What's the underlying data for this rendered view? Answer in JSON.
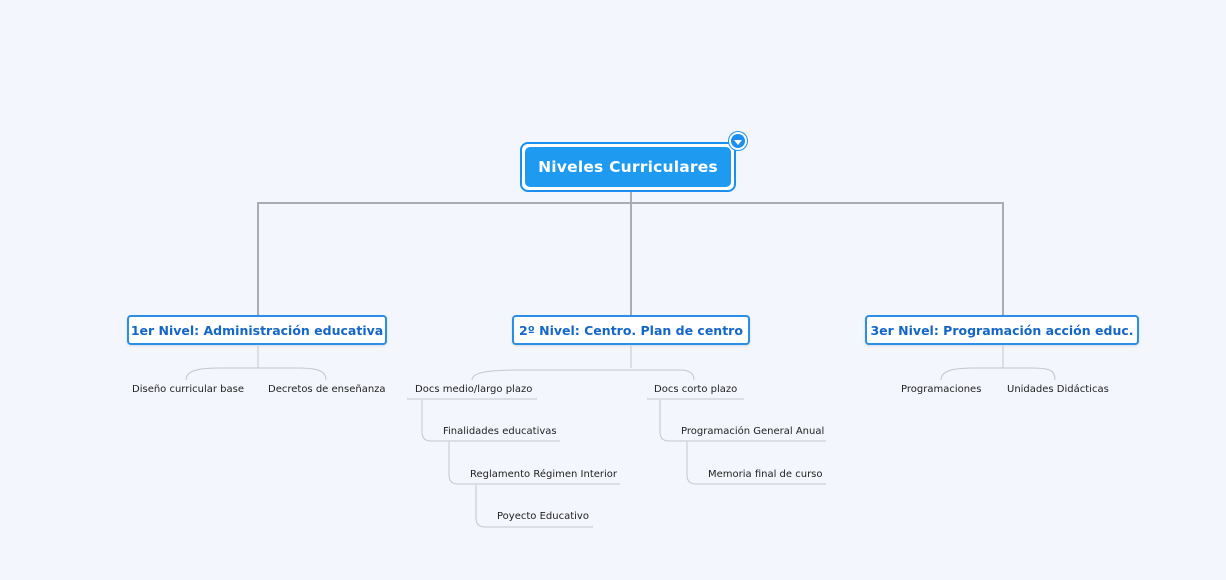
{
  "root": {
    "label": "Niveles Curriculares"
  },
  "levels": [
    {
      "label": "1er Nivel: Administración educativa",
      "children": [
        "Diseño curricular base",
        "Decretos de enseñanza"
      ]
    },
    {
      "label": "2º Nivel: Centro. Plan de centro",
      "children": [
        "Docs medio/largo plazo",
        "Docs corto plazo"
      ]
    },
    {
      "label": "3er Nivel: Programación acción educ.",
      "children": [
        "Programaciones",
        "Unidades Didácticas"
      ]
    }
  ],
  "medio_largo_plazo": [
    "Finalidades educativas",
    "Reglamento Régimen Interior",
    "Poyecto Educativo"
  ],
  "corto_plazo": [
    "Programación General Anual",
    "Memoria final de curso"
  ],
  "colors": {
    "accent": "#1e9af0",
    "connector": "#a9adb3",
    "subconnector": "#c3c7cd",
    "background": "#f3f6fd"
  }
}
